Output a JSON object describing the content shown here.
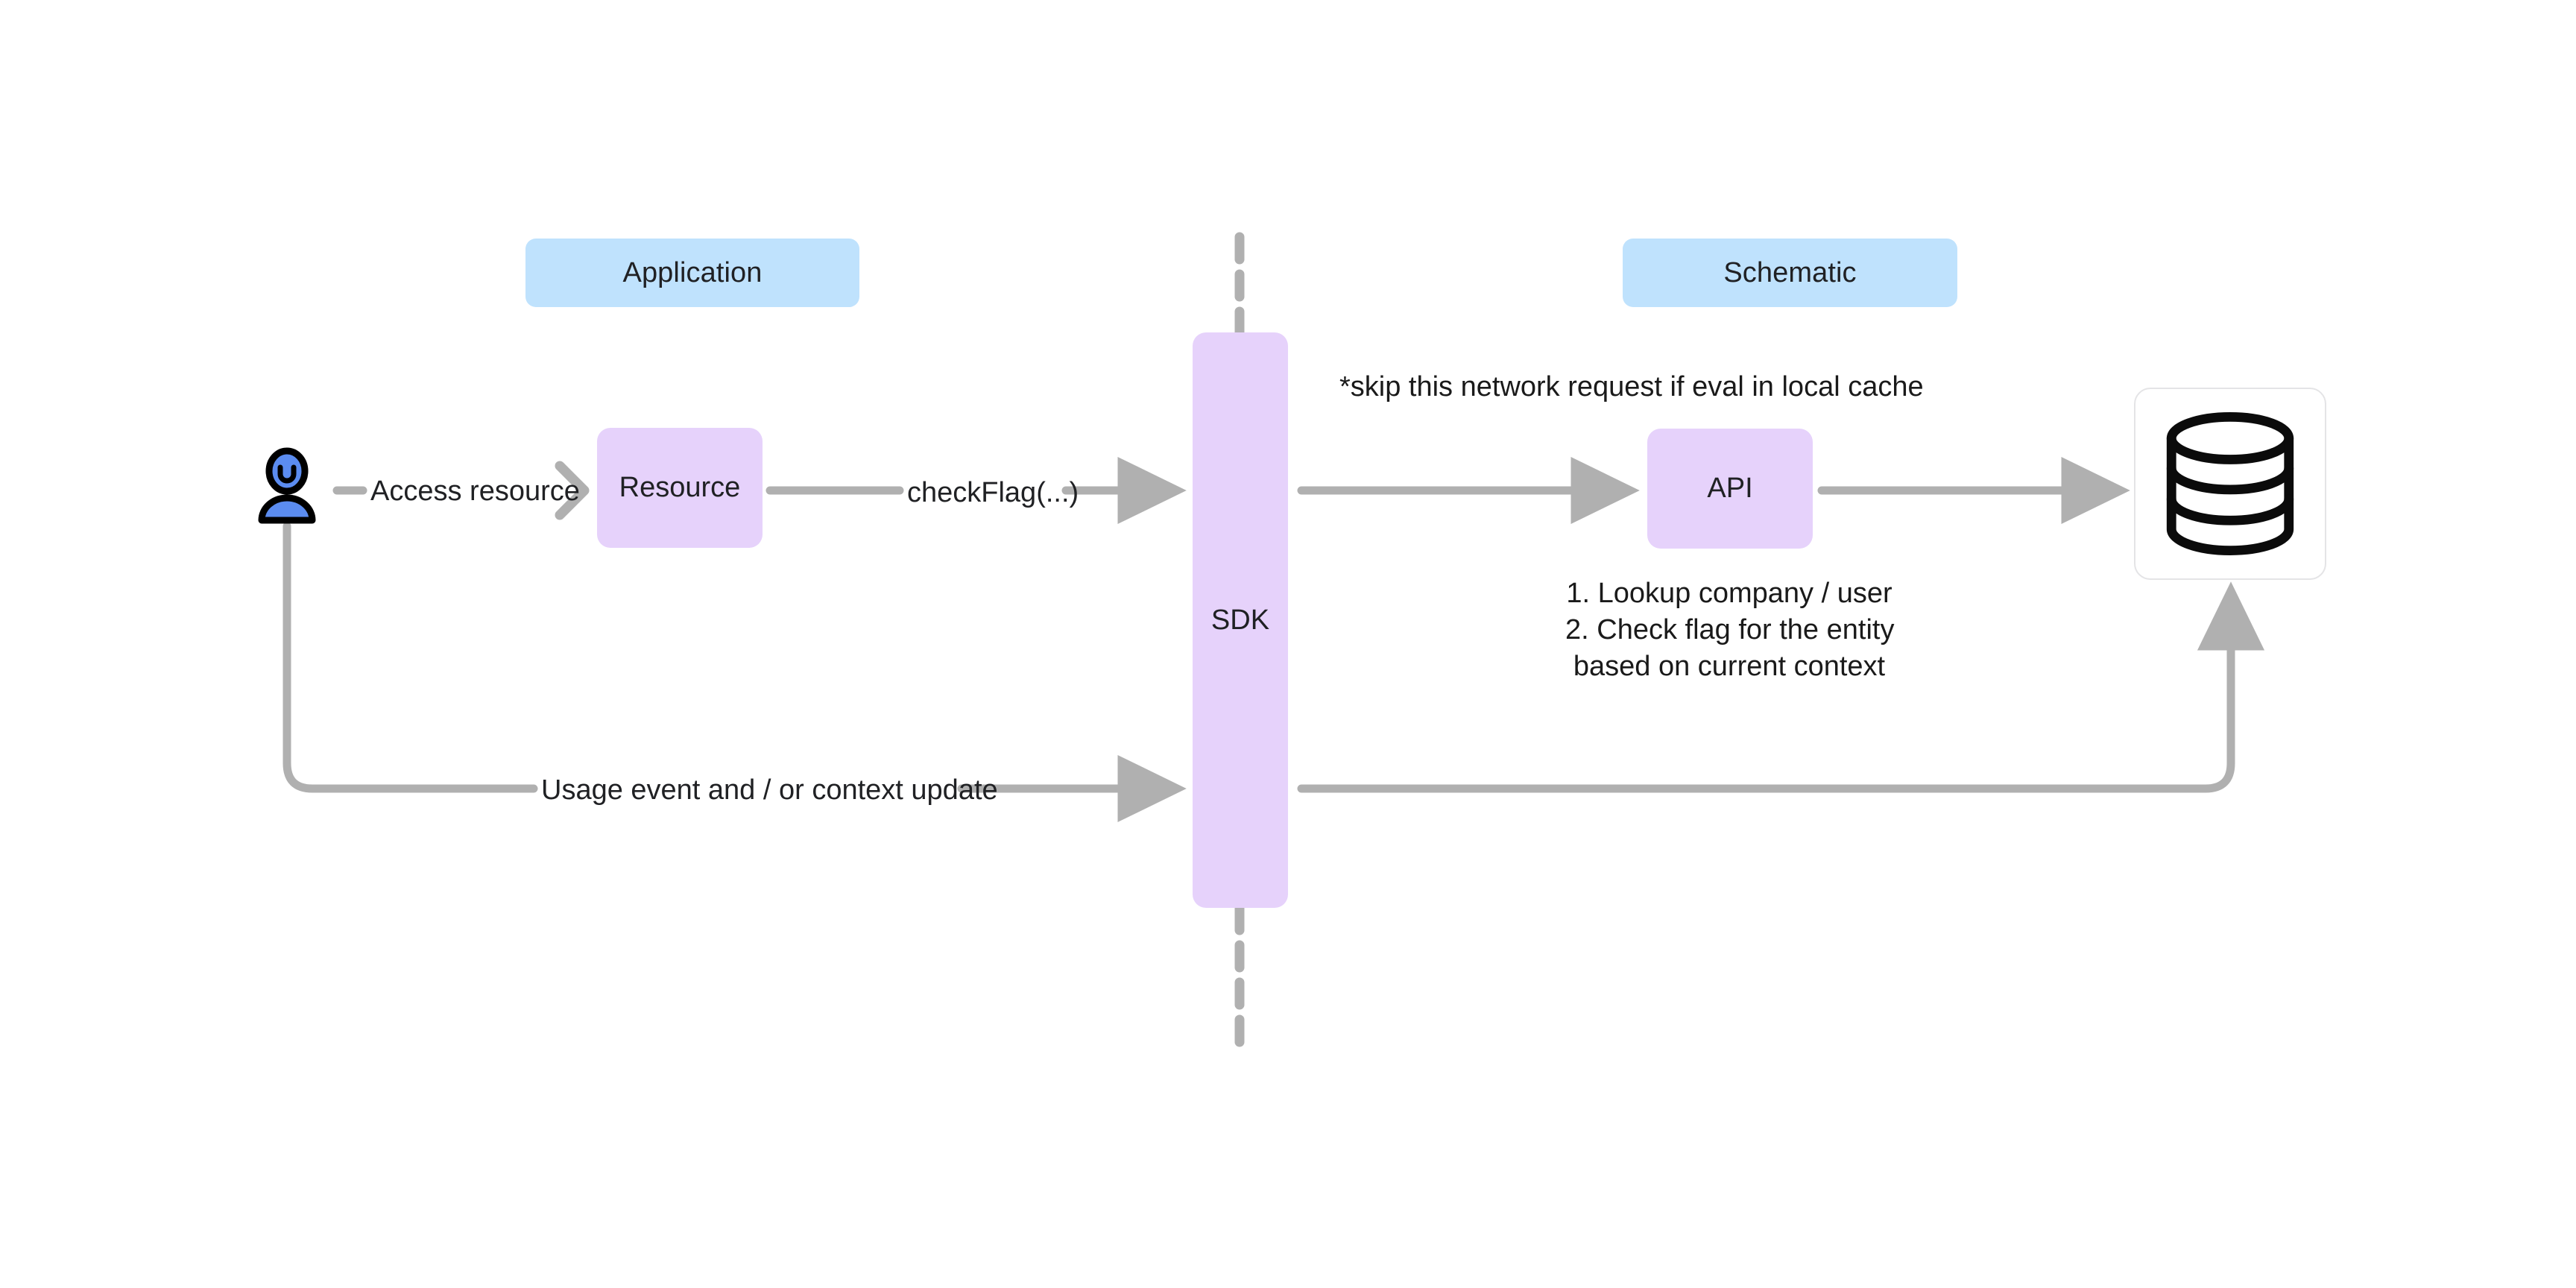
{
  "diagram": {
    "title": "Schematic SDK flag evaluation flow",
    "colors": {
      "lane_label_bg": "#bfe2fd",
      "node_bg": "#e6d2fb",
      "wire": "#b0b0b0",
      "user_icon_fill": "#5b8cf0",
      "user_icon_stroke": "#000000",
      "text": "#202124"
    },
    "lanes": [
      {
        "id": "application",
        "label": "Application"
      },
      {
        "id": "schematic",
        "label": "Schematic"
      }
    ],
    "nodes": [
      {
        "id": "user",
        "label": "",
        "icon": "user-icon"
      },
      {
        "id": "resource",
        "label": "Resource"
      },
      {
        "id": "sdk",
        "label": "SDK"
      },
      {
        "id": "api",
        "label": "API"
      },
      {
        "id": "database",
        "label": "",
        "icon": "database-icon"
      }
    ],
    "edges": [
      {
        "id": "access-resource",
        "label": "Access resource"
      },
      {
        "id": "check-flag",
        "label": "checkFlag(...)"
      },
      {
        "id": "usage-event",
        "label": "Usage event and / or context update"
      },
      {
        "id": "sdk-to-api",
        "label": ""
      },
      {
        "id": "api-to-db",
        "label": ""
      },
      {
        "id": "sdk-to-db-events",
        "label": ""
      }
    ],
    "notes": {
      "skip_cache": "*skip this network request if eval in local cache",
      "api_steps": [
        "1. Lookup company / user",
        "2. Check flag for the entity",
        "based on current context"
      ]
    },
    "boundary": {
      "id": "lane-divider",
      "style": "dashed-vertical"
    }
  }
}
